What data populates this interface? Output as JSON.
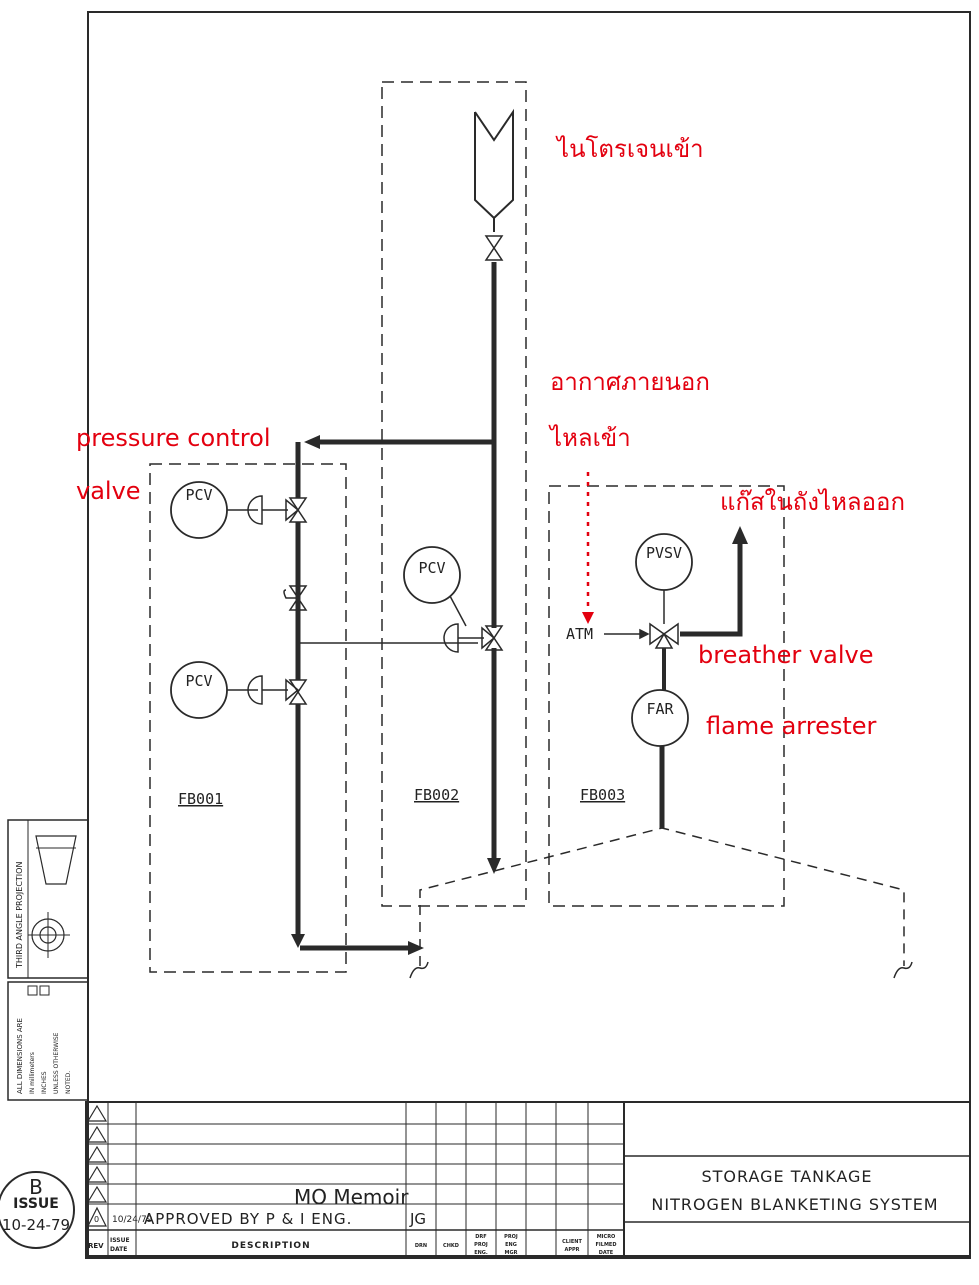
{
  "annotations": {
    "nitrogen_in": "ไนโตรเจนเข้า",
    "outside_air_line1": "อากาศภายนอก",
    "outside_air_line2": "ไหลเข้า",
    "pcv_label_line1": "pressure control",
    "pcv_label_line2": "valve",
    "tank_gas_out": "แก๊สในถังไหลออก",
    "breather_valve": "breather valve",
    "flame_arrester": "flame arrester"
  },
  "instruments": {
    "pcv_top": "PCV",
    "pcv_bottom": "PCV",
    "pcv_mid": "PCV",
    "pvsv": "PVSV",
    "far": "FAR",
    "atm": "ATM"
  },
  "boxes": {
    "fb001": "FB001",
    "fb002": "FB002",
    "fb003": "FB003"
  },
  "projection": {
    "label": "THIRD ANGLE PROJECTION",
    "dims_line1": "ALL DIMENSIONS ARE",
    "dims_line2": "IN millimeters",
    "dims_line3": "INCHES",
    "dims_line4": "UNLESS OTHERWISE",
    "dims_line5": "NOTED."
  },
  "title_block": {
    "title_line1": "STORAGE  TANKAGE",
    "title_line2": "NITROGEN  BLANKETING  SYSTEM",
    "rev_entry": "APPROVED  BY  P & I  ENG.",
    "rev_initials": "JG",
    "rev_date": "10/24/79",
    "rev_number": "0",
    "watermark": "MO Memoir",
    "headers": {
      "rev": "REV",
      "issue_date_1": "ISSUE",
      "issue_date_2": "DATE",
      "description": "DESCRIPTION",
      "drn": "DRN",
      "chkd": "CHKD",
      "drf_1": "DRF",
      "drf_2": "PROJ",
      "drf_3": "ENG.",
      "proj_1": "PROJ",
      "proj_2": "ENG",
      "proj_3": "MGR",
      "client_1": "CLIENT",
      "client_2": "APPR",
      "micro_1": "MICRO",
      "micro_2": "FILMED",
      "micro_3": "DATE"
    }
  },
  "issue_stamp": {
    "letter": "B",
    "word": "ISSUE",
    "date": "10-24-79"
  }
}
